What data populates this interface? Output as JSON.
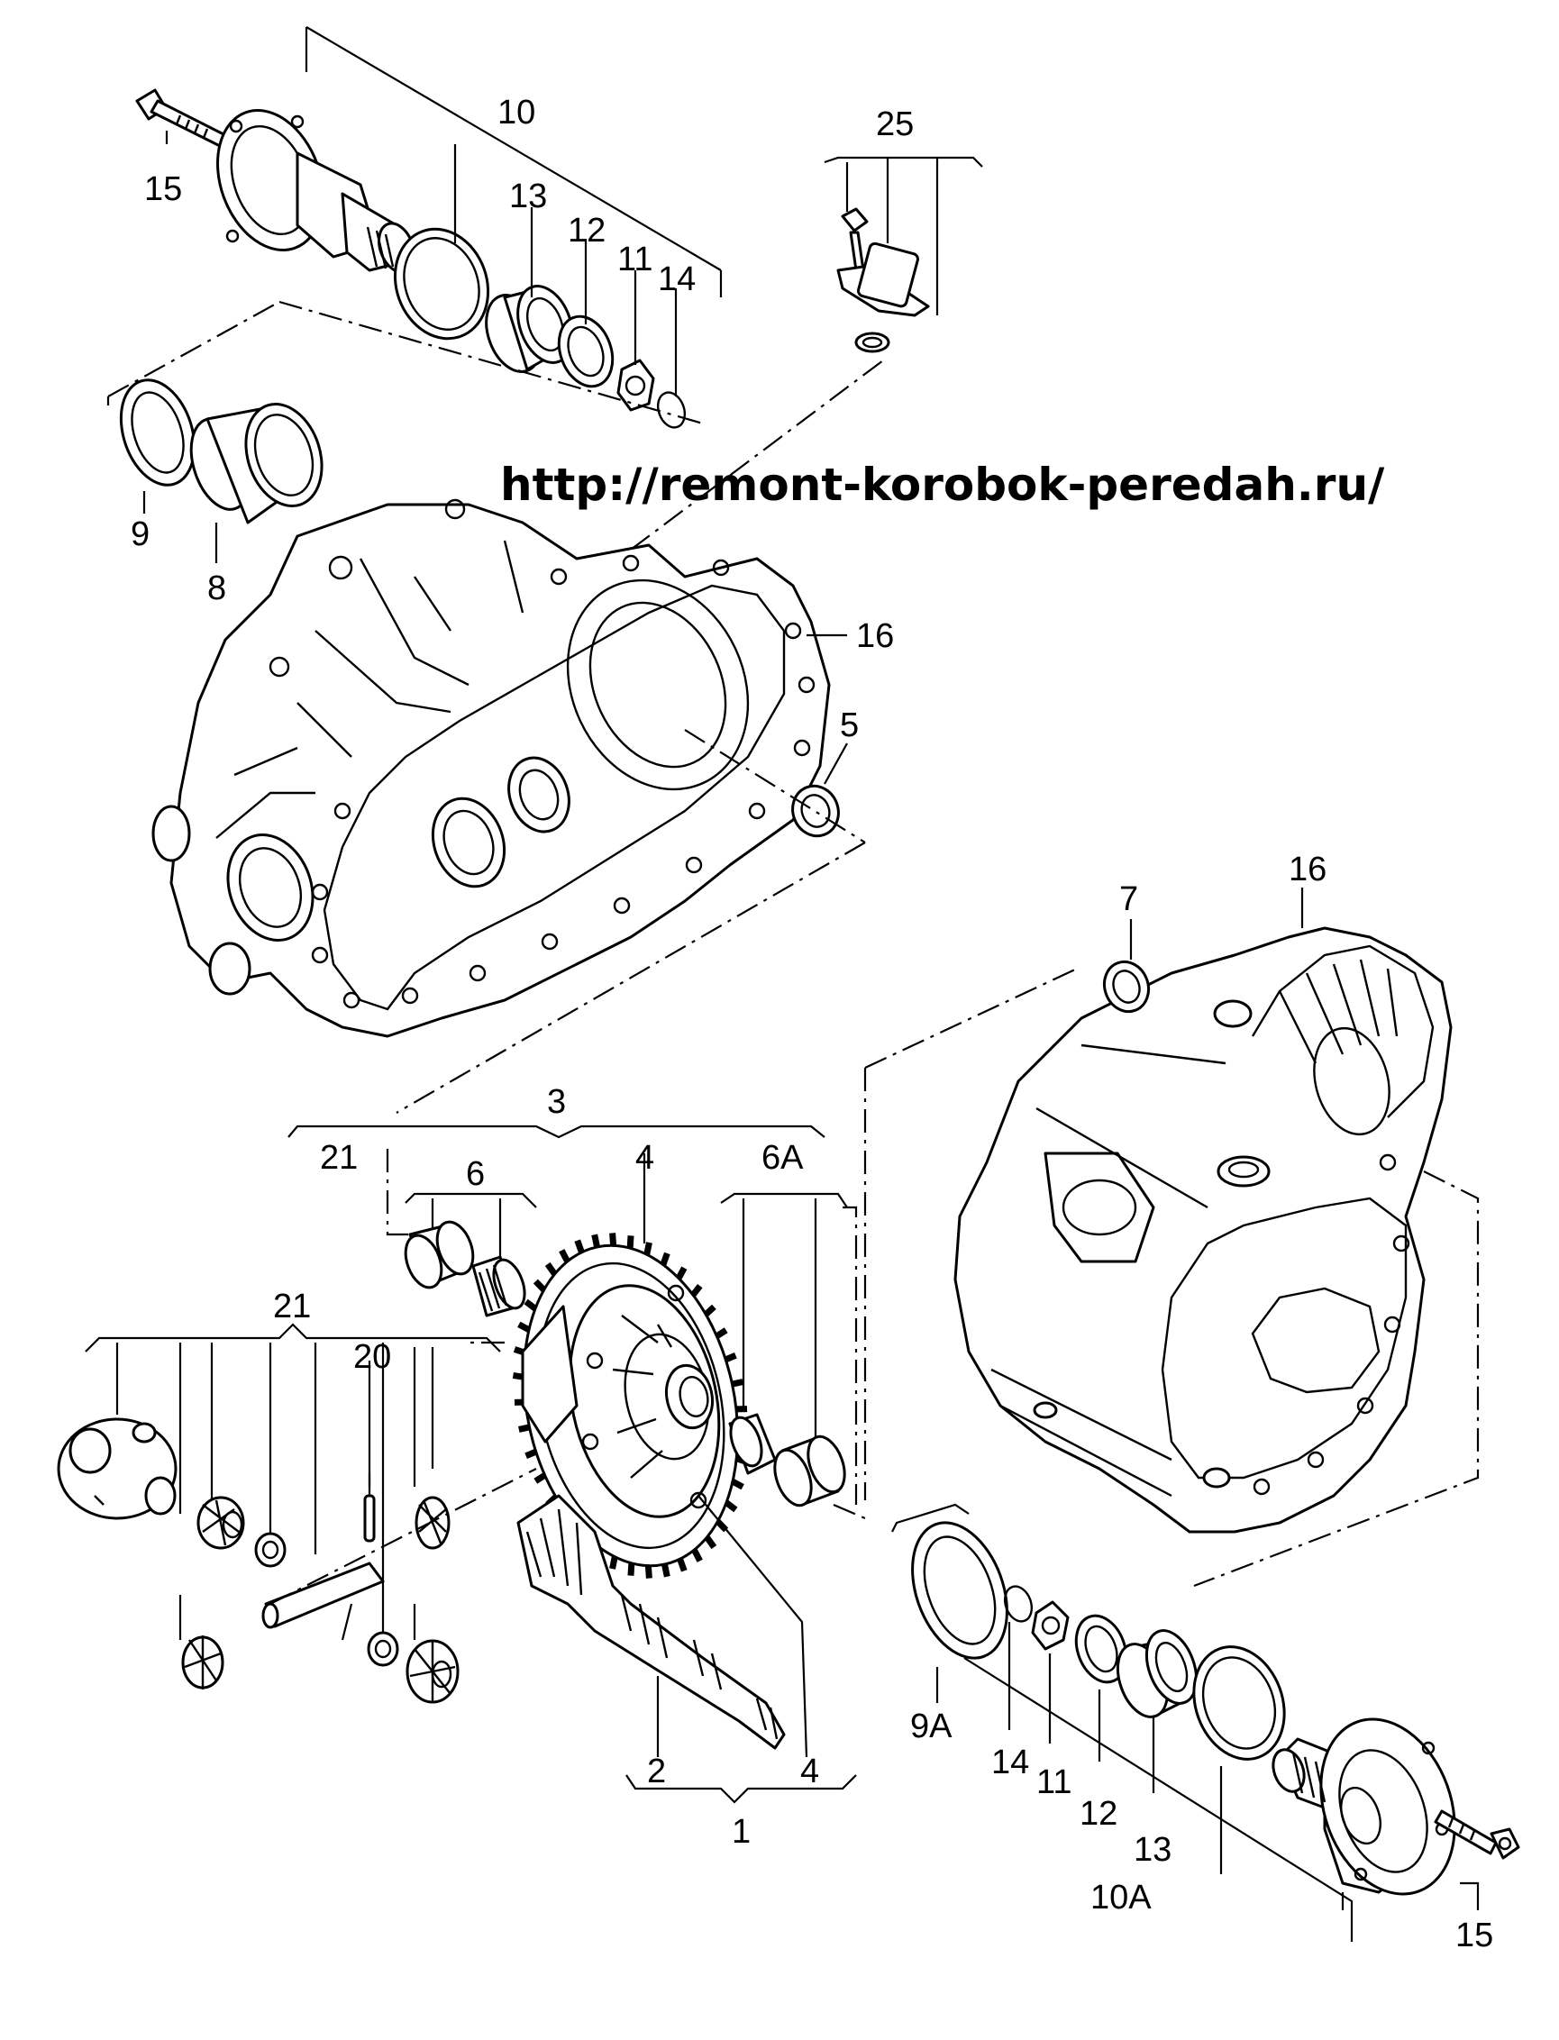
{
  "watermark": "http://remont-korobok-peredah.ru/",
  "callouts": {
    "c10": "10",
    "c15a": "15",
    "c13a": "13",
    "c12a": "12",
    "c11a": "11",
    "c14a": "14",
    "c25": "25",
    "c9": "9",
    "c8": "8",
    "c16a": "16",
    "c5": "5",
    "c7": "7",
    "c16b": "16",
    "c3": "3",
    "c21a": "21",
    "c6": "6",
    "c4a": "4",
    "c6A": "6A",
    "c21b": "21",
    "c20": "20",
    "c2": "2",
    "c4b": "4",
    "c1": "1",
    "c9A": "9A",
    "c14b": "14",
    "c11b": "11",
    "c12b": "12",
    "c13b": "13",
    "c10A": "10A",
    "c15b": "15"
  }
}
